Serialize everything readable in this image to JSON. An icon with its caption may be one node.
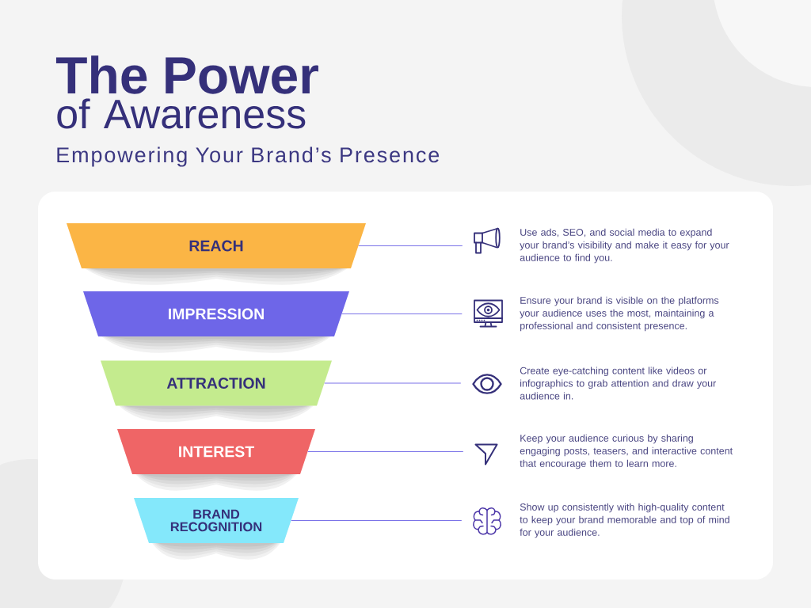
{
  "diagram": {
    "title": "**The Power** of Awareness",
    "nodes": [
      {
        "text": [
          "REACH"
        ]
      },
      {
        "text": [
          "IMPRESSION"
        ]
      },
      {
        "text": [
          "ATTRACTION"
        ]
      },
      {
        "text": [
          "INTEREST"
        ]
      },
      {
        "text": [
          "BRAND RECOGNITION"
        ]
      },
      {
        "text": [],
        "shape": "picture",
        "beside": [
          "Use ads, SEO, and social media to expand your brand’s visibility and make it easy for your audience to find you."
        ]
      },
      {
        "text": [],
        "shape": "picture",
        "beside": [
          "Ensure your brand is visible on the platforms your audience uses the most, maintaining a professional and consistent presence."
        ]
      },
      {
        "text": [],
        "shape": "picture",
        "beside": [
          "Create eye-catching content like videos or infographics to grab attention and draw your audience in."
        ]
      },
      {
        "text": [],
        "shape": "picture",
        "beside": [
          "Keep your audience curious by sharing engaging posts, teasers, and interactive content that encourage them to learn more."
        ]
      },
      {
        "text": [],
        "shape": "picture",
        "beside": [
          "Show up consistently with high-quality content to keep your brand memorable and top of mind for your audience."
        ]
      }
    ],
    "edges": [
      {
        "from": 0,
        "to": 5,
        "arrow": "none"
      },
      {
        "from": 1,
        "to": 6,
        "arrow": "none"
      },
      {
        "from": 2,
        "to": 7,
        "arrow": "none"
      },
      {
        "from": 3,
        "to": 8,
        "arrow": "none"
      },
      {
        "from": 4,
        "to": 9,
        "arrow": "none"
      }
    ],
    "labels": [
      "Empowering Your Brand’s Presence"
    ]
  }
}
